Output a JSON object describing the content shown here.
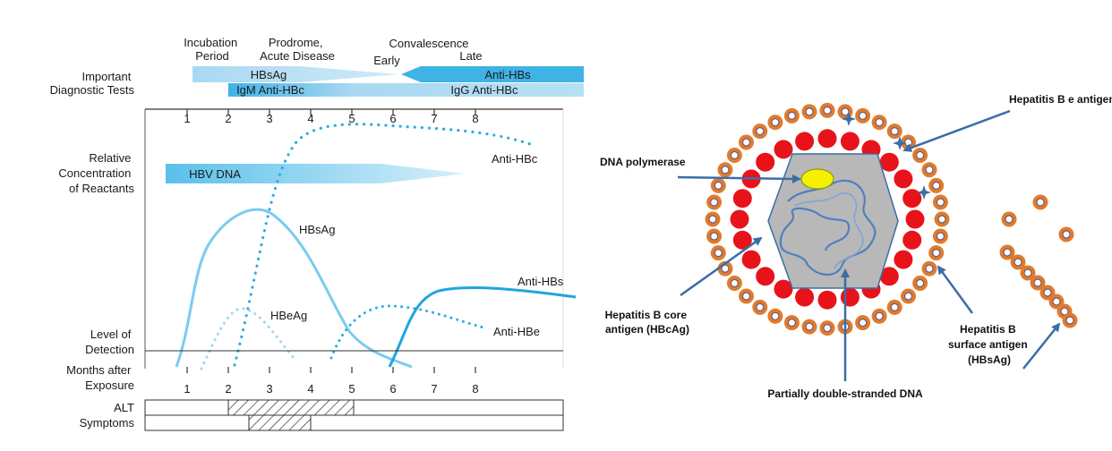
{
  "timeline": {
    "phases": {
      "incubation": [
        "Incubation",
        "Period"
      ],
      "prodrome": [
        "Prodrome,",
        "Acute Disease"
      ],
      "convalescence": "Convalescence",
      "early": "Early",
      "late": "Late"
    },
    "tests_label": [
      "Important",
      "Diagnostic Tests"
    ],
    "bars": {
      "hbsag": "HBsAg",
      "anti_hbs": "Anti-HBs",
      "igm": "IgM Anti-HBc",
      "igg": "IgG Anti-HBc",
      "hbv_dna": "HBV DNA"
    },
    "top_ticks": [
      "1",
      "2",
      "3",
      "4",
      "5",
      "6",
      "7",
      "8"
    ],
    "bottom_ticks": [
      "1",
      "2",
      "3",
      "4",
      "5",
      "6",
      "7",
      "8"
    ]
  },
  "chart": {
    "ylabel": [
      "Relative",
      "Concentration",
      "of Reactants"
    ],
    "detection_label": [
      "Level of",
      "Detection"
    ],
    "months_label": [
      "Months after",
      "Exposure"
    ],
    "curves": {
      "anti_hbc": "Anti-HBc",
      "hbsag": "HBsAg",
      "anti_hbs": "Anti-HBs",
      "hbeag": "HBeAg",
      "anti_hbe": "Anti-HBe"
    },
    "alt_label": "ALT",
    "symptoms_label": "Symptoms"
  },
  "colors": {
    "light_blue": "#a9d8f2",
    "mid_blue": "#5bc0eb",
    "strong_blue": "#1fa5dd",
    "arrow_blue": "#3a6ea5",
    "capsid_red": "#e8131a",
    "envelope_orange": "#e07b2c",
    "core_grey": "#b8b8b8"
  },
  "virus": {
    "hbe_antigen": "Hepatitis B e antigen",
    "dna_polymerase": "DNA polymerase",
    "core_antigen": [
      "Hepatitis B core",
      "antigen (HBcAg)"
    ],
    "surface_antigen": [
      "Hepatitis B",
      "surface antigen",
      "(HBsAg)"
    ],
    "dna": "Partially double-stranded DNA"
  }
}
